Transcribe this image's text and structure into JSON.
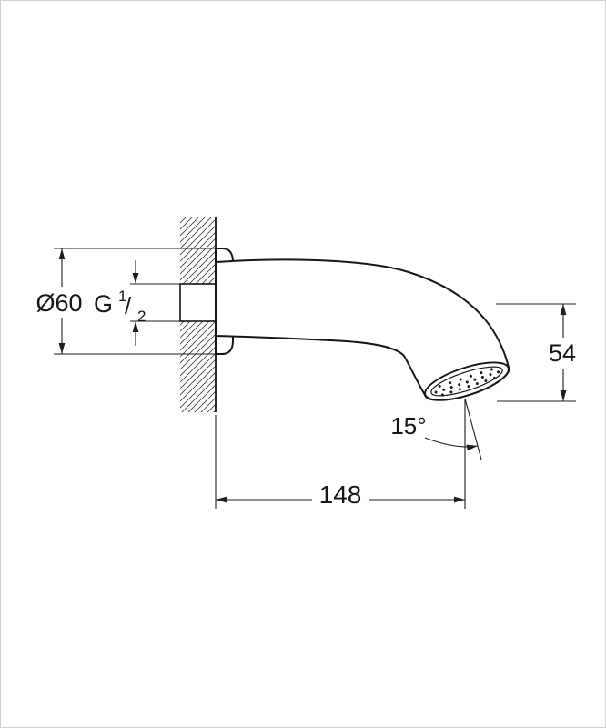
{
  "canvas": {
    "background": "#ffffff",
    "border_color": "#cfcfcf",
    "line_color": "#1d1d1b"
  },
  "dimensions": {
    "diameter": {
      "label": "Ø60"
    },
    "thread": {
      "prefix": "G",
      "numerator": "1",
      "slash": "/",
      "denominator": "2"
    },
    "head_height": {
      "label": "54"
    },
    "spray_angle": {
      "label": "15°"
    },
    "projection": {
      "label": "148"
    }
  }
}
